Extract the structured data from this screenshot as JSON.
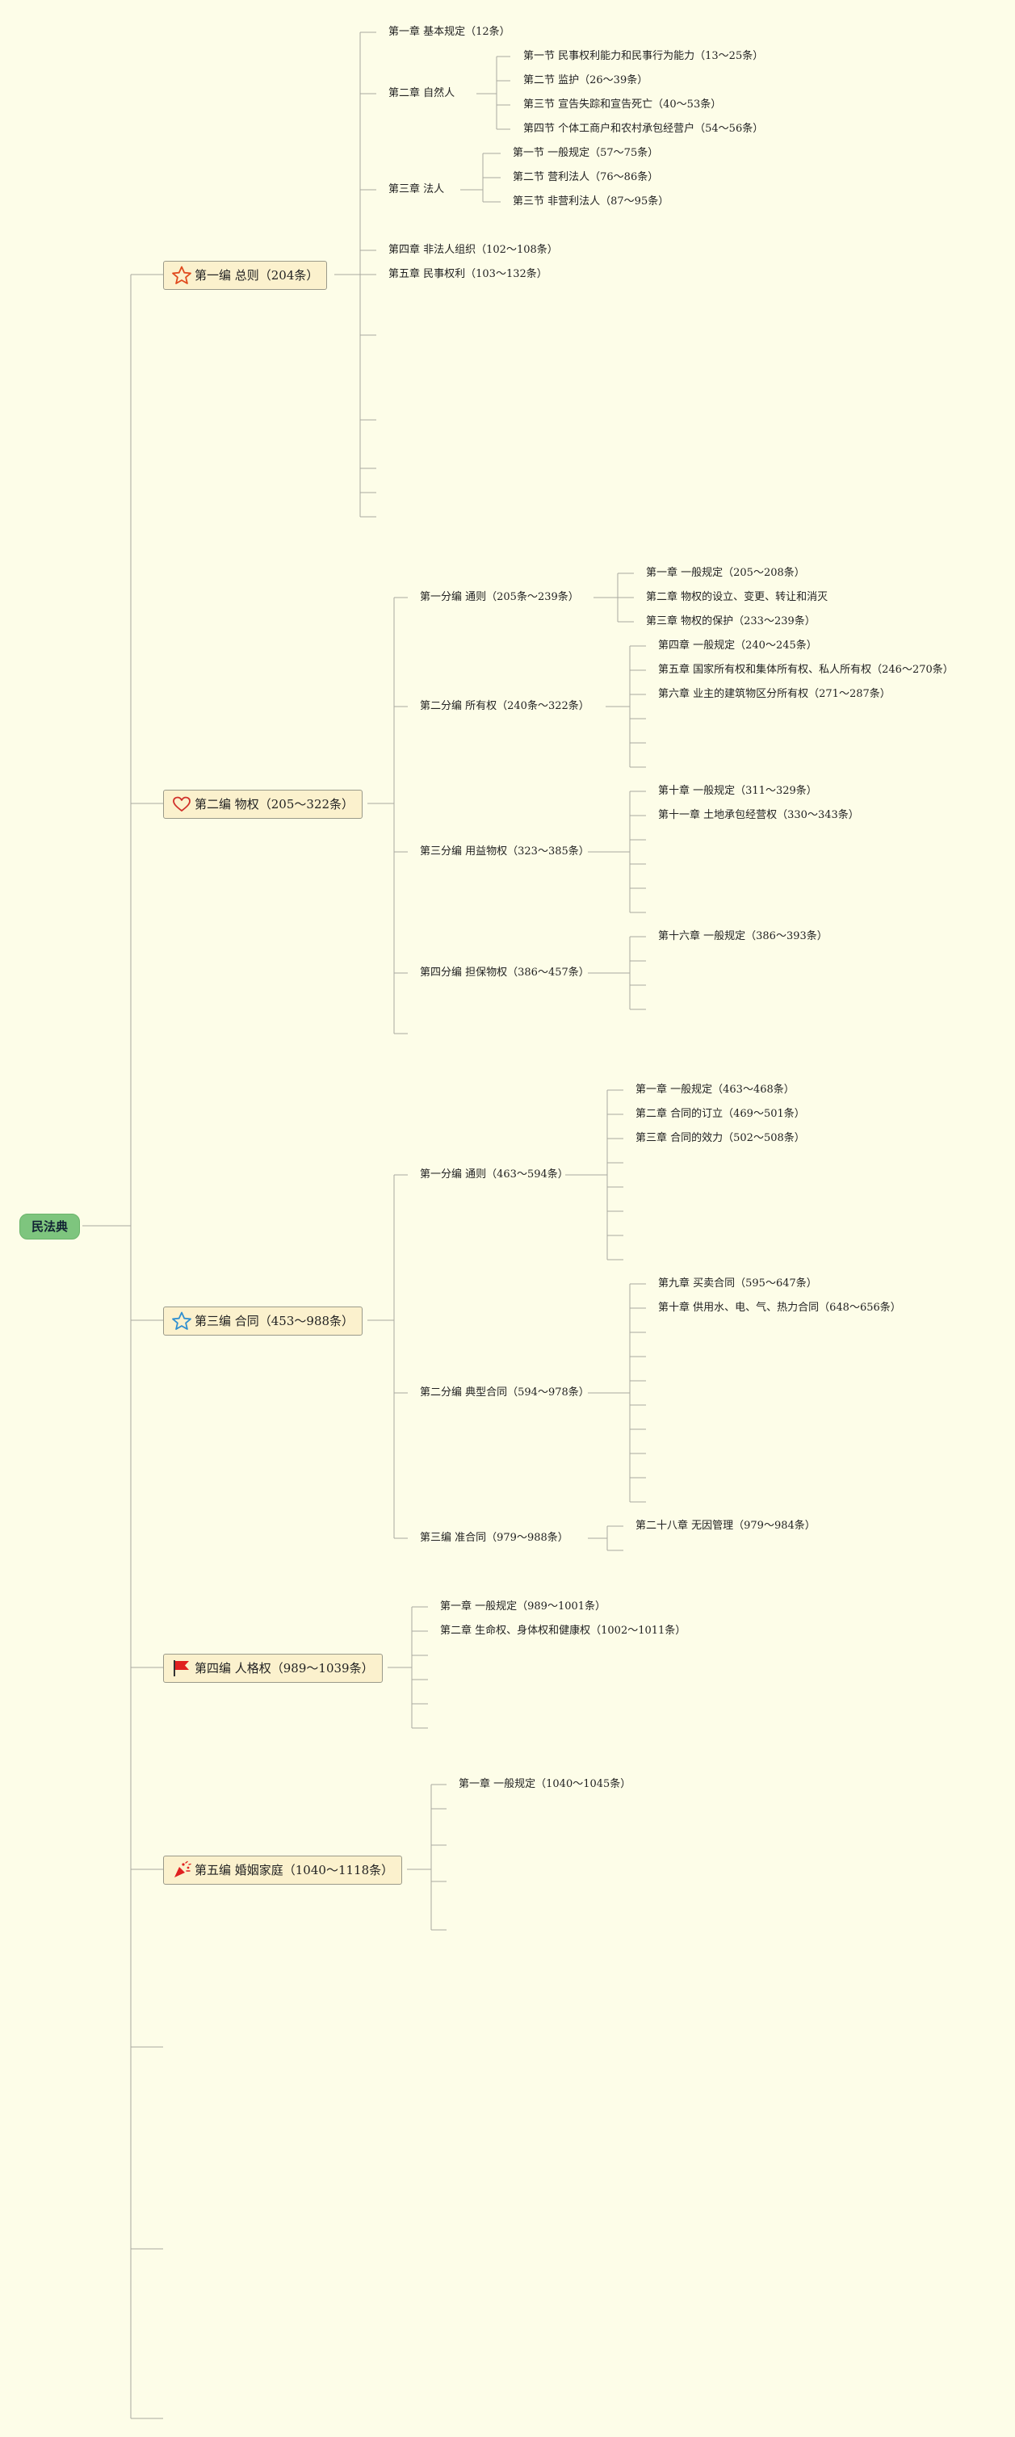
{
  "root": {
    "label": "民法典"
  },
  "books": [
    {
      "label": "第一编 总则（204条）",
      "icon": "star-outline-red-icon",
      "color": "#e04a1e",
      "children": [
        {
          "label": "第一章 基本规定（12条）"
        },
        {
          "label": "第二章 自然人",
          "children": [
            {
              "label": "第一节 民事权利能力和民事行为能力（13～25条）"
            },
            {
              "label": "第二节 监护（26～39条）"
            },
            {
              "label": "第三节 宣告失踪和宣告死亡（40～53条）"
            },
            {
              "label": "第四节 个体工商户和农村承包经营户（54～56条）"
            }
          ]
        },
        {
          "label": "第三章 法人",
          "children": [
            {
              "label": "第一节 一般规定（57～75条）"
            },
            {
              "label": "第二节 营利法人（76～86条）"
            },
            {
              "label": "第三节 非营利法人（87～95条）"
            }
          ]
        },
        {
          "label": "第四章 非法人组织（102～108条）"
        },
        {
          "label": "第五章 民事权利（103～132条）"
        }
      ]
    },
    {
      "label": "第二编 物权（205～322条）",
      "icon": "heart-outline-red-icon",
      "color": "#d0302a",
      "children": [
        {
          "label": "第一分编 通则（205条～239条）",
          "children": [
            {
              "label": "第一章 一般规定（205～208条）"
            },
            {
              "label": "第二章 物权的设立、变更、转让和消灭"
            },
            {
              "label": "第三章 物权的保护（233～239条）"
            }
          ]
        },
        {
          "label": "第二分编 所有权（240条～322条）",
          "children": [
            {
              "label": "第四章 一般规定（240～245条）"
            },
            {
              "label": "第五章 国家所有权和集体所有权、私人所有权（246～270条）"
            },
            {
              "label": "第六章 业主的建筑物区分所有权（271～287条）"
            }
          ]
        },
        {
          "label": "第三分编 用益物权（323～385条）",
          "children": [
            {
              "label": "第十章 一般规定（311～329条）"
            },
            {
              "label": "第十一章 土地承包经营权（330～343条）"
            }
          ]
        },
        {
          "label": "第四分编 担保物权（386～457条）",
          "children": [
            {
              "label": "第十六章 一般规定（386～393条）"
            }
          ]
        }
      ]
    },
    {
      "label": "第三编 合同（453～988条）",
      "icon": "star-outline-blue-icon",
      "color": "#2f8fd0",
      "children": [
        {
          "label": "第一分编 通则（463～594条）",
          "children": [
            {
              "label": "第一章 一般规定（463～468条）"
            },
            {
              "label": "第二章 合同的订立（469～501条）"
            },
            {
              "label": "第三章 合同的效力（502～508条）"
            }
          ]
        },
        {
          "label": "第二分编 典型合同（594～978条）",
          "children": [
            {
              "label": "第九章 买卖合同（595～647条）"
            },
            {
              "label": "第十章 供用水、电、气、热力合同（648～656条）"
            }
          ]
        },
        {
          "label": "第三编 准合同（979～988条）",
          "children": [
            {
              "label": "第二十八章 无因管理（979～984条）"
            }
          ]
        }
      ]
    },
    {
      "label": "第四编 人格权（989～1039条）",
      "icon": "flag-red-icon",
      "color": "#e02020",
      "children": [
        {
          "label": "第一章 一般规定（989～1001条）"
        },
        {
          "label": "第二章 生命权、身体权和健康权（1002～1011条）"
        }
      ]
    },
    {
      "label": "第五编 婚姻家庭（1040～1118条）",
      "icon": "party-popper-icon",
      "color": "#e02020",
      "children": [
        {
          "label": "第一章 一般规定（1040～1045条）"
        }
      ]
    }
  ]
}
